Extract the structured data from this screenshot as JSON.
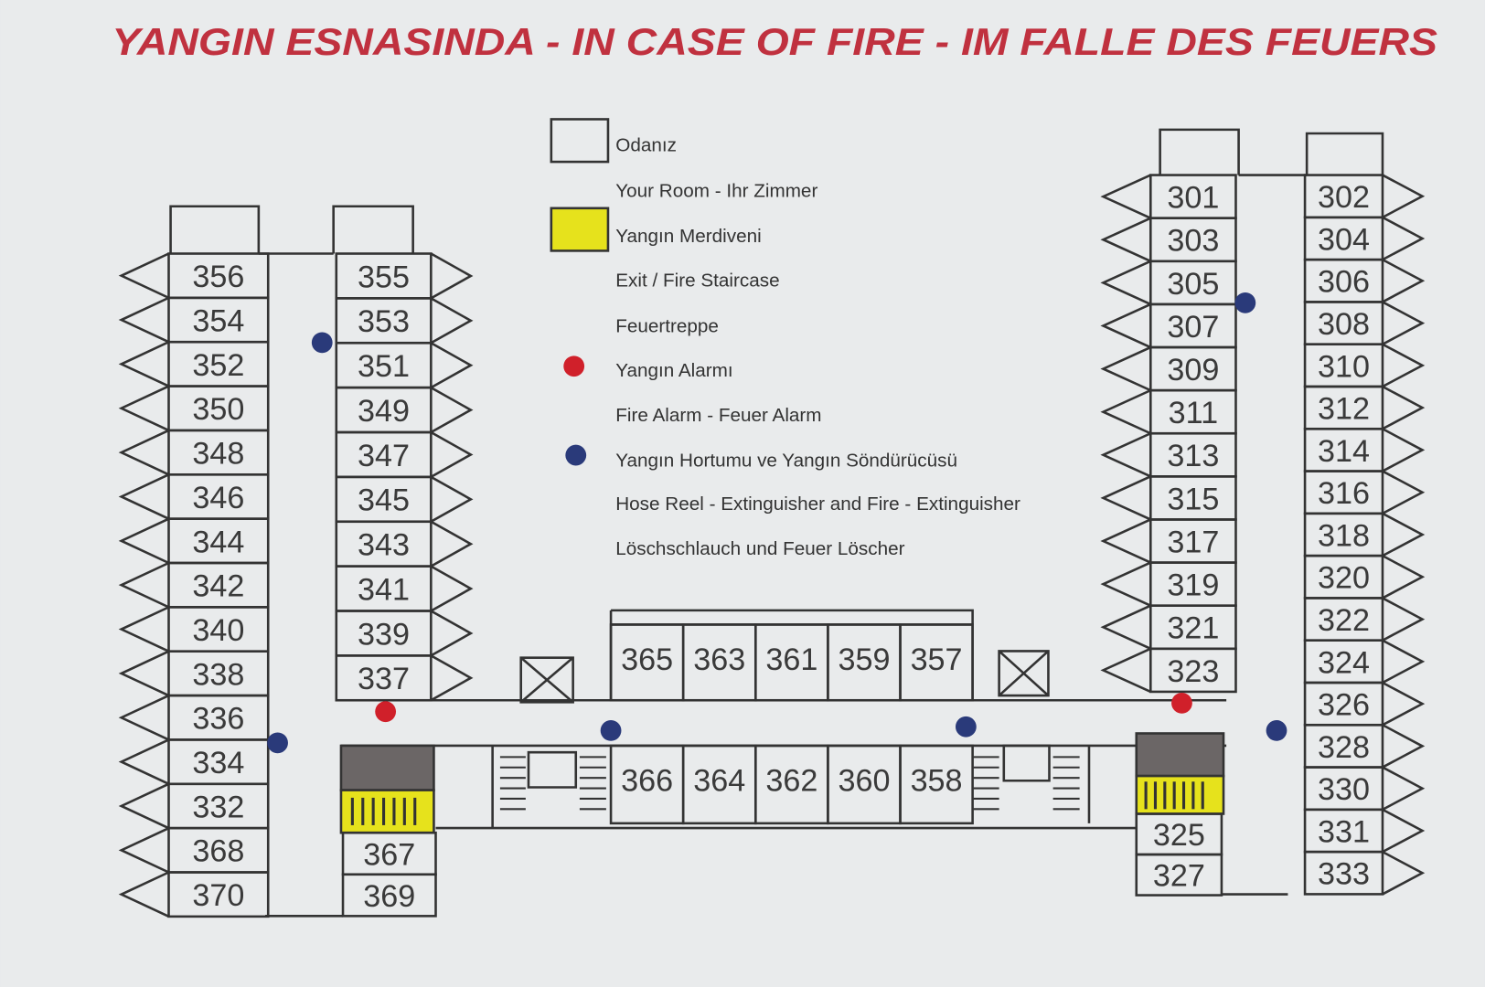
{
  "title": "YANGIN ESNASINDA - IN CASE OF FIRE - IM FALLE DES FEUERS",
  "legend": {
    "room": [
      "Odanız",
      "Your Room - Ihr Zimmer"
    ],
    "stair": [
      "Yangın Merdiveni",
      "Exit / Fire Staircase",
      "Feuertreppe"
    ],
    "alarm": [
      "Yangın Alarmı",
      "Fire Alarm - Feuer Alarm"
    ],
    "hose": [
      "Yangın Hortumu ve Yangın Söndürücüsü",
      "Hose Reel - Extinguisher and Fire - Extinguisher",
      "Löschschlauch und Feuer Löscher"
    ]
  },
  "colors": {
    "title": "#c0313f",
    "stair": "#e6e21c",
    "alarm": "#d0202a",
    "hose": "#2a3a7a",
    "stair_dark": "#6b6666"
  },
  "rooms": {
    "left_outer": [
      "356",
      "354",
      "352",
      "350",
      "348",
      "346",
      "344",
      "342",
      "340",
      "338",
      "336",
      "334",
      "332",
      "368",
      "370"
    ],
    "left_inner": [
      "355",
      "353",
      "351",
      "349",
      "347",
      "345",
      "343",
      "341",
      "339",
      "337"
    ],
    "left_bottom": [
      "367",
      "369"
    ],
    "middle_top": [
      "365",
      "363",
      "361",
      "359",
      "357"
    ],
    "middle_bottom": [
      "366",
      "364",
      "362",
      "360",
      "358"
    ],
    "right_inner": [
      "301",
      "303",
      "305",
      "307",
      "309",
      "311",
      "313",
      "315",
      "317",
      "319",
      "321",
      "323"
    ],
    "right_outer": [
      "302",
      "304",
      "306",
      "308",
      "310",
      "312",
      "314",
      "316",
      "318",
      "320",
      "322",
      "324",
      "326",
      "328",
      "330",
      "331",
      "333"
    ],
    "right_bottom": [
      "325",
      "327"
    ]
  }
}
